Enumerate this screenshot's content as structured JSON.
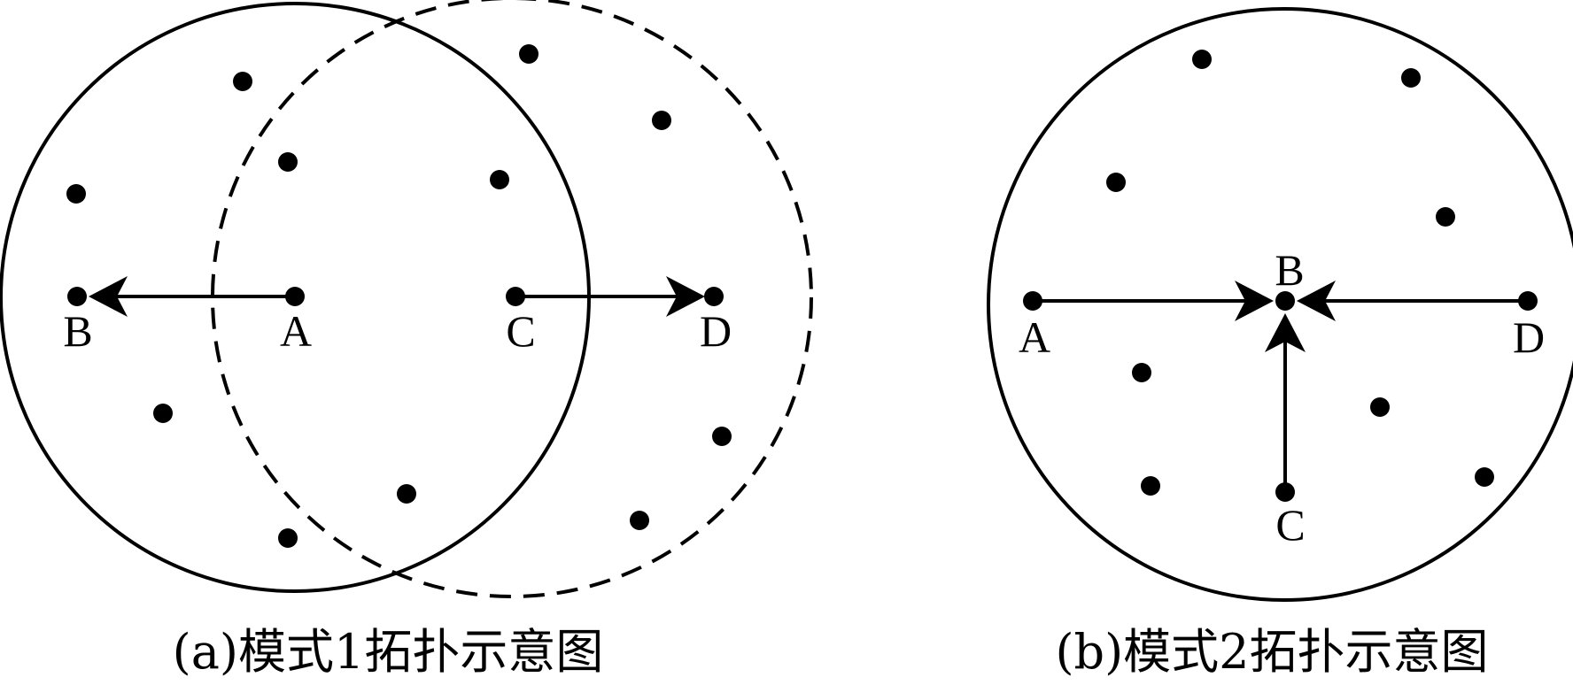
{
  "panel_a": {
    "caption": "(a)模式1拓扑示意图",
    "labels": {
      "a": "A",
      "b": "B",
      "c": "C",
      "d": "D"
    }
  },
  "panel_b": {
    "caption": "(b)模式2拓扑示意图",
    "labels": {
      "a": "A",
      "b": "B",
      "c": "C",
      "d": "D"
    }
  }
}
